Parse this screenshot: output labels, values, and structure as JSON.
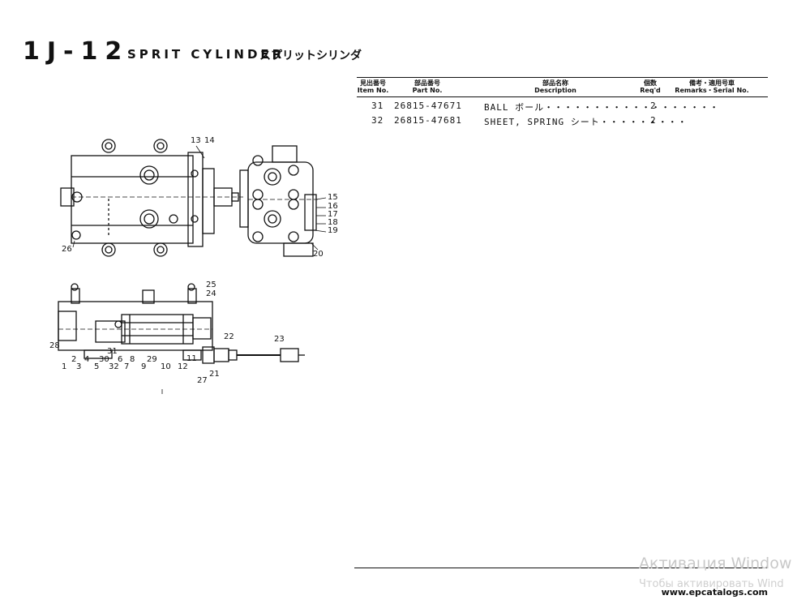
{
  "title": {
    "code": "1J-12",
    "name_en": "SPRIT CYLINDER",
    "name_jp": "スプリットシリンダ"
  },
  "table": {
    "headers": [
      {
        "jp": "見出番号",
        "en": "Item No."
      },
      {
        "jp": "部品番号",
        "en": "Part No."
      },
      {
        "jp": "部品名称",
        "en": "Description"
      },
      {
        "jp": "個数",
        "en": "Req'd"
      },
      {
        "jp": "備考・適用号車",
        "en": "Remarks・Serial No."
      }
    ],
    "rows": [
      {
        "item": "31",
        "part": "26815-47671",
        "desc": "BALL ボール・・・・・・・・・・・・・・・・・・",
        "qty": "2"
      },
      {
        "item": "32",
        "part": "26815-47681",
        "desc": "SHEET, SPRING シート・・・・・・・・・",
        "qty": "2"
      }
    ]
  },
  "callouts": {
    "top_view": [
      "13",
      "14",
      "26"
    ],
    "side_view": [
      "15",
      "16",
      "17",
      "18",
      "19",
      "20"
    ],
    "section_view": [
      "25",
      "24",
      "28",
      "31",
      "30",
      "6",
      "8",
      "29",
      "22",
      "23",
      "1",
      "2",
      "3",
      "4",
      "5",
      "32",
      "7",
      "9",
      "10",
      "11",
      "12",
      "21",
      "27"
    ]
  },
  "footer": {
    "url": "www.epcatalogs.com"
  },
  "watermark": {
    "line1": "Активация Window",
    "line2": "Чтобы активировать Wind"
  }
}
